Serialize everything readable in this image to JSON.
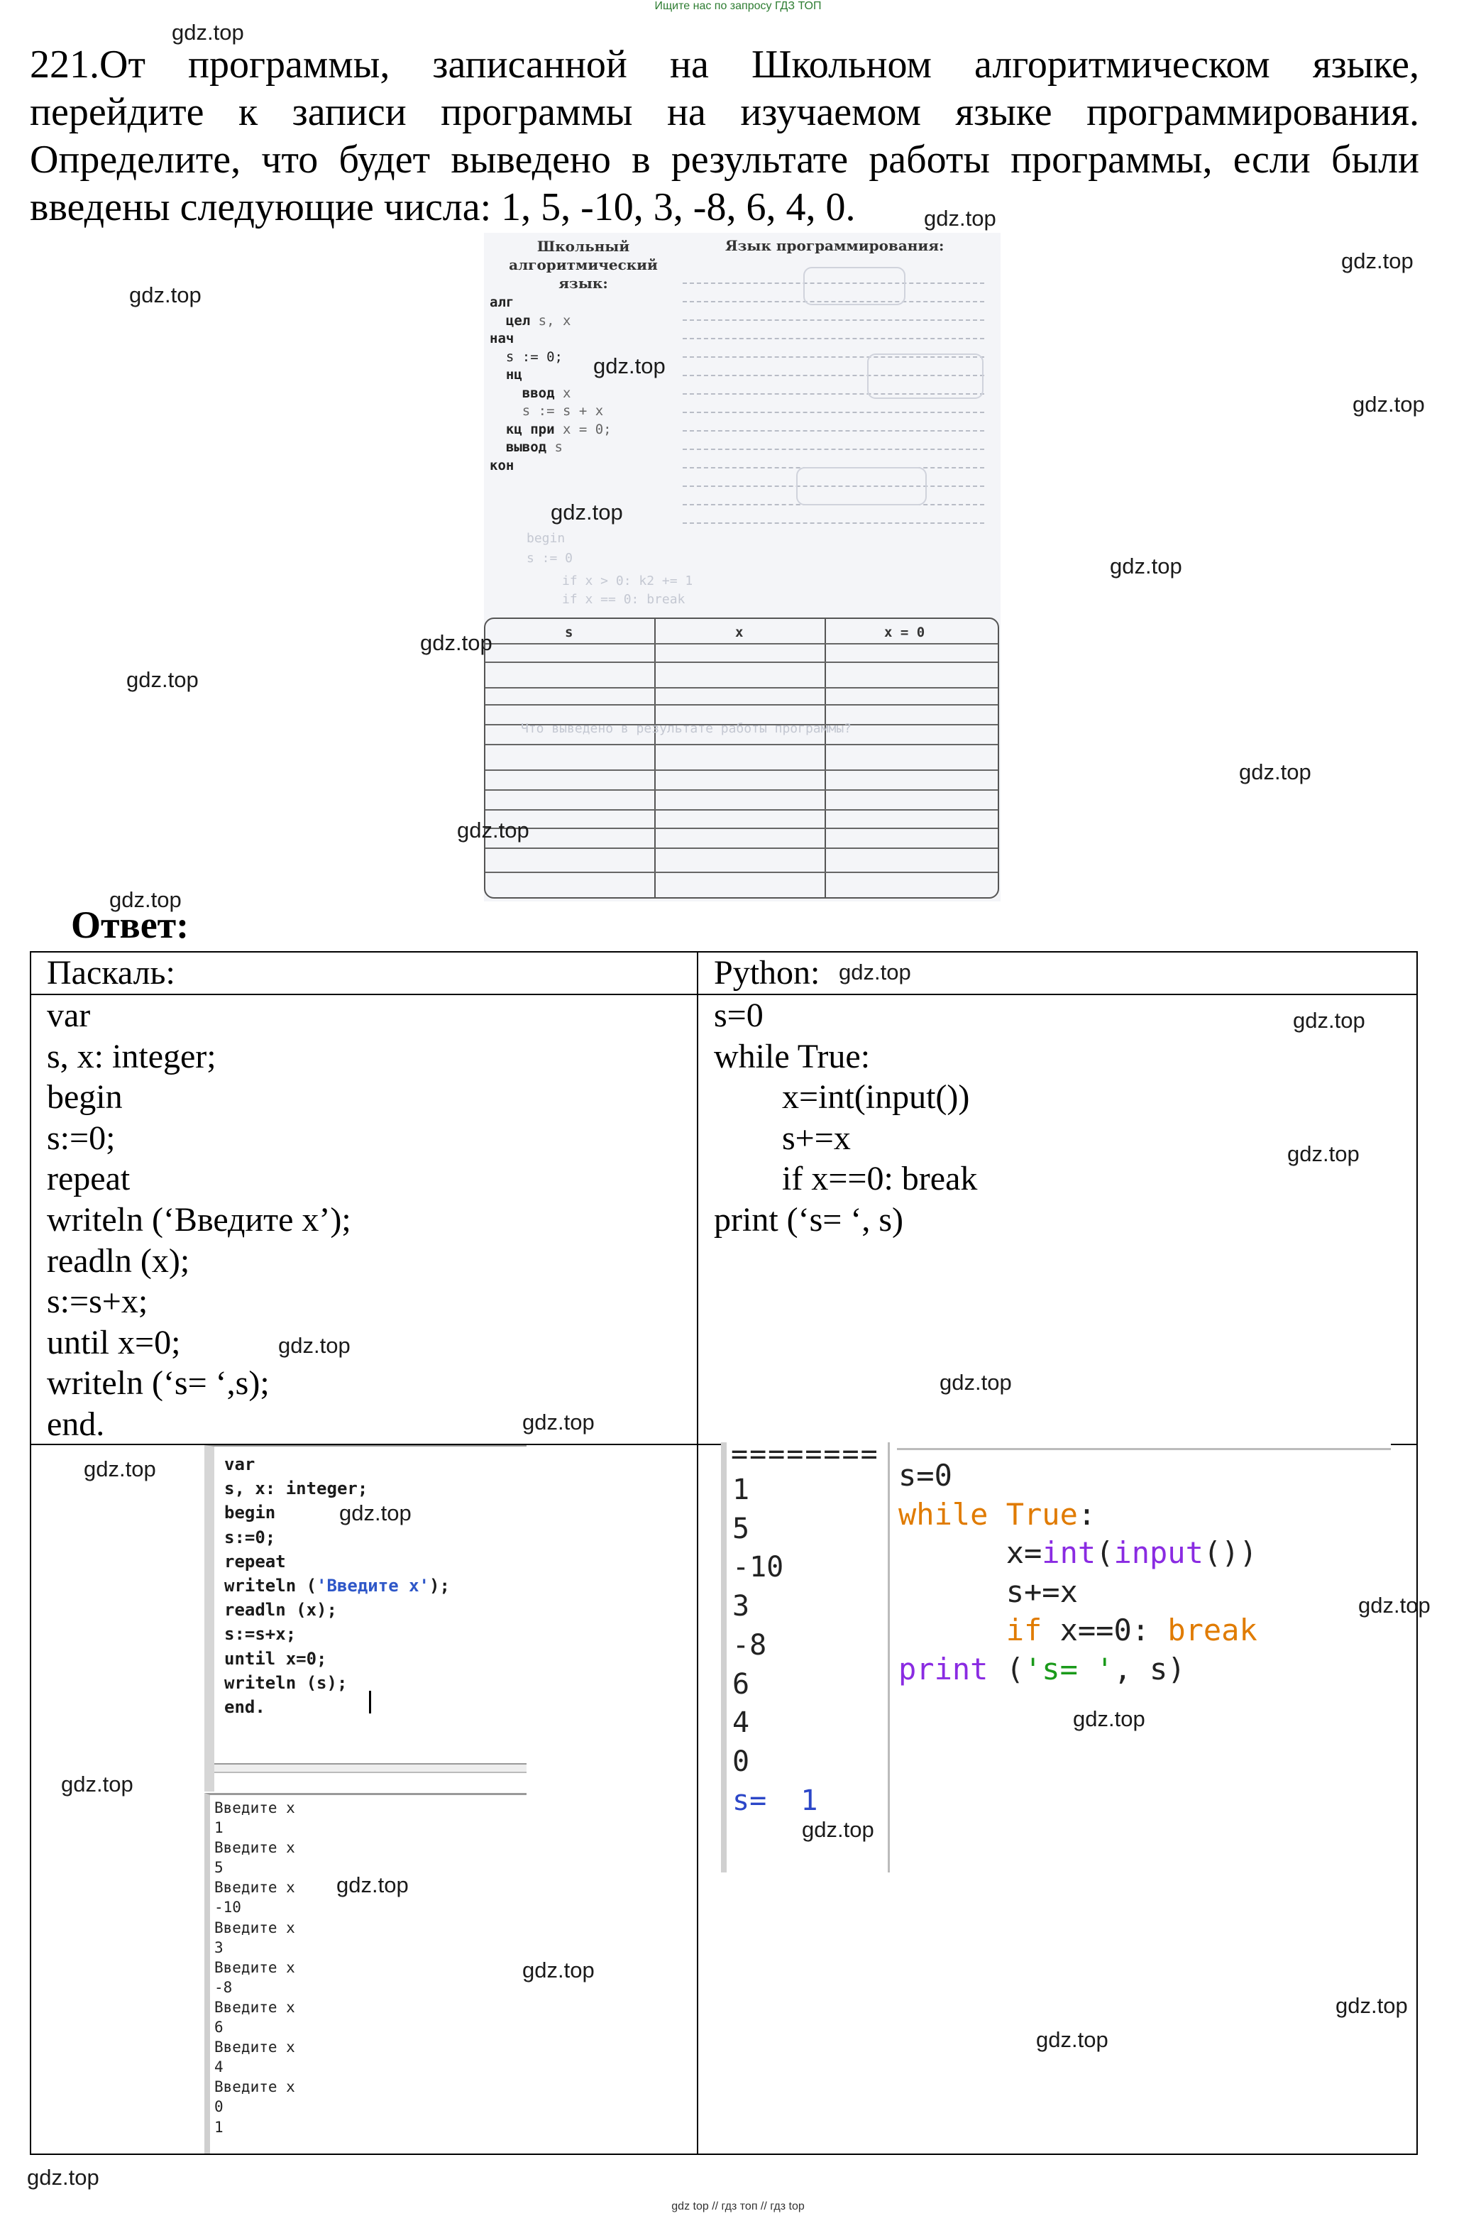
{
  "header_note": "Ищите нас по запросу ГДЗ ТОП",
  "footer_note": "gdz top // гдз топ // гдз top",
  "watermark": "gdz.top",
  "task": {
    "lines": [
      "221.От программы, записанной на Школьном алгоритмическом языке,",
      "перейдите к записи программы на изучаемом языке программирования.",
      "Определите, что будет выведено в результате работы программы, если были",
      "введены следующие числа: 1, 5, -10, 3, -8, 6, 4, 0."
    ]
  },
  "textbook": {
    "left_header": "Школьный\nалгоритмический язык:",
    "right_header": "Язык программирования:",
    "algo": {
      "l1": "алг",
      "l2a": "цел",
      "l2b": " s, x",
      "l3": "нач",
      "l4": "  s := 0;",
      "l5": "  нц",
      "l6a": "    ввод",
      "l6b": " x",
      "l7": "    s := s + x",
      "l8a": "  кц при",
      "l8b": " x = 0;",
      "l9a": "  вывод",
      "l9b": " s",
      "l10": "кон"
    },
    "faint_text": {
      "f1": "s := 0",
      "f2": "if x > 0: k2 += 1",
      "f3": "if x == 0: break",
      "f4": "begin",
      "f5": "Что выведено в результате работы программы?"
    },
    "table": {
      "col1": "s",
      "col2": "x",
      "col3": "x = 0"
    }
  },
  "answer_label": "Ответ:",
  "answer_table": {
    "pascal_header": "Паскаль:",
    "python_header": "Python:",
    "pascal_code": "var\ns, x: integer;\nbegin\ns:=0;\nrepeat\nwriteln (‘Введите x’);\nreadln (x);\ns:=s+x;\nuntil x=0;\nwriteln (‘s= ‘,s);\nend.",
    "python_code": {
      "l1": "s=0",
      "l2": "while True:",
      "l3": "        x=int(input())",
      "l4": "        s+=x",
      "l5": "        if x==0: break",
      "l6": "print (‘s= ‘, s)"
    }
  },
  "pascal_screenshot": {
    "code_a": "var\ns, x: integer;\nbegin\ns:=0;\nrepeat\nwriteln (",
    "code_str": "'Введите x'",
    "code_b": ");\nreadln (x);\ns:=s+x;\nuntil x=0;\nwriteln (s);\nend.",
    "output": "Введите x\n1\nВведите x\n5\nВведите x\n-10\nВведите x\n3\nВведите x\n-8\nВведите x\n6\nВведите x\n4\nВведите x\n0\n1"
  },
  "python_screenshot": {
    "separator": "========",
    "inputs": "1\n5\n-10\n3\n-8\n6\n4\n0",
    "result_label": "s=",
    "result_value": "1",
    "code": {
      "l1": "s=0",
      "l2_kw": "while",
      "l2_b": " ",
      "l2_kw2": "True",
      "l2_c": ":",
      "l3_a": "      x=",
      "l3_fn": "int",
      "l3_b": "(",
      "l3_fn2": "input",
      "l3_c": "())",
      "l4": "      s+=x",
      "l5_kw": "      if",
      "l5_b": " x==0: ",
      "l5_kw2": "break",
      "l6_fn": "print",
      "l6_b": " (",
      "l6_str": "'s= '",
      "l6_c": ", s)"
    }
  }
}
